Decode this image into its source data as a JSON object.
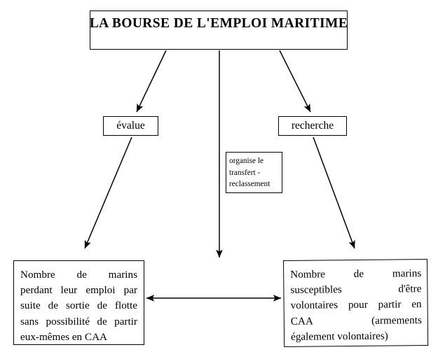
{
  "diagram": {
    "title_box": {
      "text": "LA BOURSE DE L'EMPLOI MARITIME"
    },
    "nodes": {
      "evalue": {
        "label": "évalue"
      },
      "recherche": {
        "label": "recherche"
      },
      "transfert": {
        "line1": "organise le",
        "line2": "transfert -",
        "line3": "reclassement"
      },
      "left_box": {
        "line1": "Nombre de marins",
        "line2": "perdant leur emploi par",
        "line3": "suite de sortie de flotte",
        "line4": "sans possibilité de partir",
        "line5": "eux-mêmes en CAA"
      },
      "right_box": {
        "line1": "Nombre de marins",
        "line2": "susceptibles d'être",
        "line3": "volontaires pour partir en",
        "line4": "CAA (armements",
        "line5": "également volontaires)"
      }
    },
    "colors": {
      "stroke": "#000000",
      "background": "#ffffff",
      "text": "#000000"
    }
  }
}
